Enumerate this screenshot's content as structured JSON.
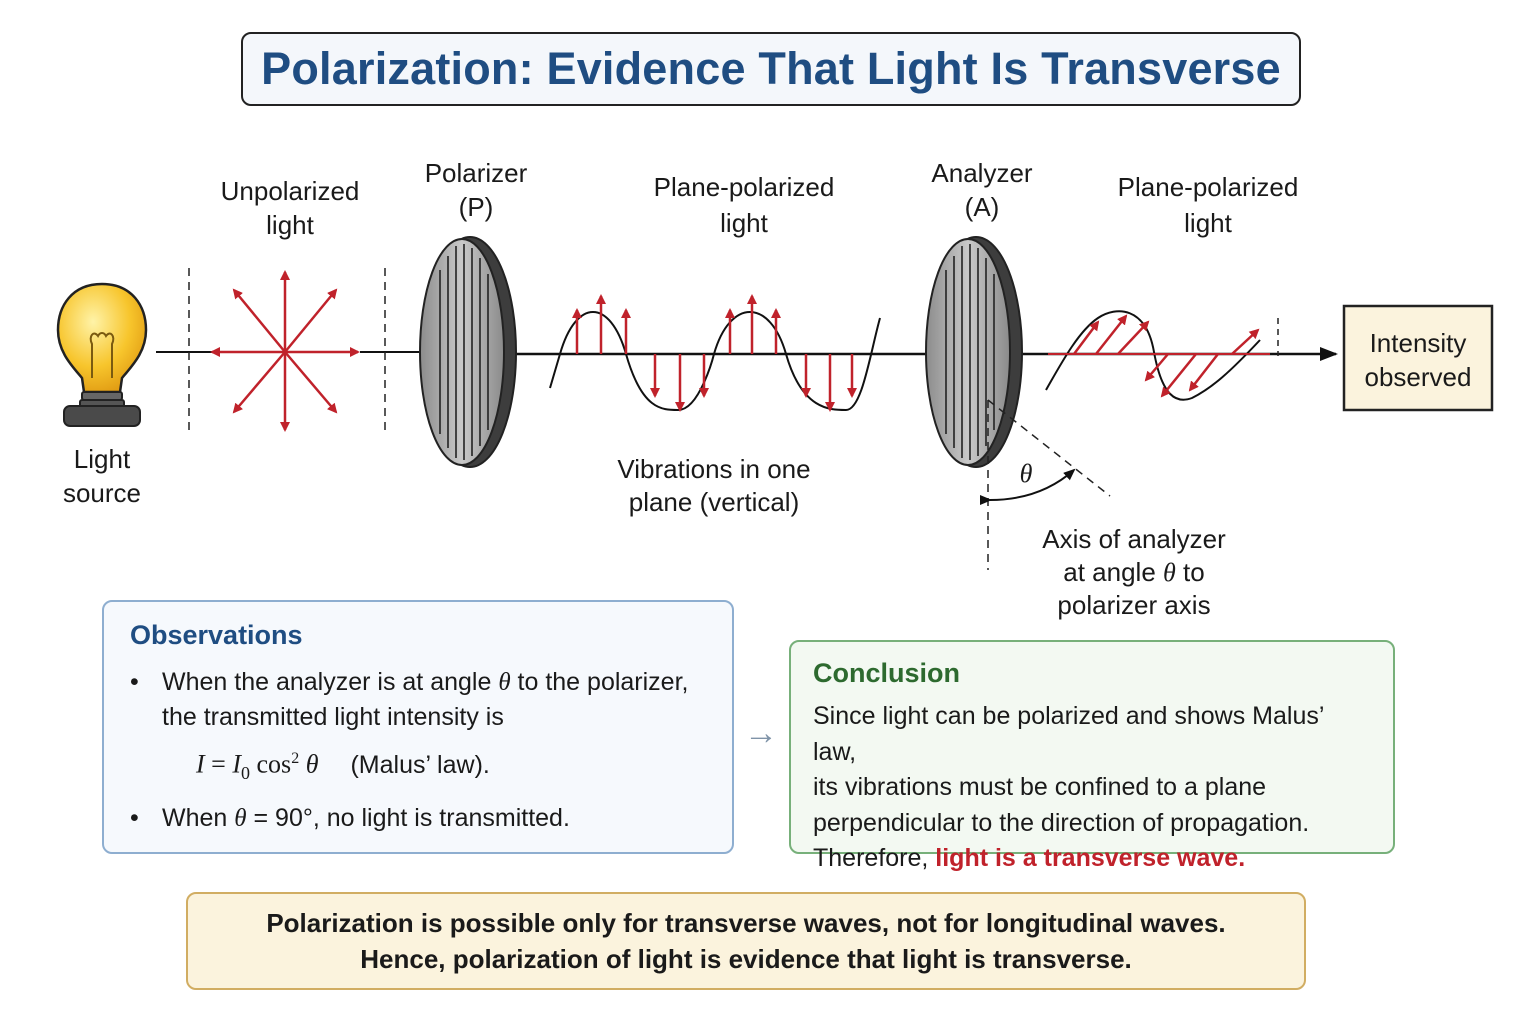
{
  "title": "Polarization: Evidence That Light Is Transverse",
  "labels": {
    "unpolarized_1": "Unpolarized",
    "unpolarized_2": "light",
    "polarizer_1": "Polarizer",
    "polarizer_2": "(P)",
    "plane1_1": "Plane-polarized",
    "plane1_2": "light",
    "analyzer_1": "Analyzer",
    "analyzer_2": "(A)",
    "plane2_1": "Plane-polarized",
    "plane2_2": "light",
    "source_1": "Light",
    "source_2": "source",
    "vib_1": "Vibrations in one",
    "vib_2": "plane (vertical)",
    "theta": "θ",
    "axis_1": "Axis of analyzer",
    "axis_2_pre": "at angle ",
    "axis_2_theta": "θ",
    "axis_2_post": " to",
    "axis_3": "polarizer axis",
    "intensity_1": "Intensity",
    "intensity_2": "observed"
  },
  "observations": {
    "heading": "Observations",
    "bullet": "•",
    "item1_pre": "When the analyzer is at angle ",
    "item1_theta": "θ",
    "item1_post": " to the polarizer,",
    "item1_line2": "the transmitted light intensity is",
    "formula_I": "I",
    "formula_eq": " = ",
    "formula_I0": "I",
    "formula_sub": "0",
    "formula_cos": " cos",
    "formula_sup": "2",
    "formula_theta": " θ",
    "malus": "(Malus’ law).",
    "item2_pre": "When ",
    "item2_theta": "θ",
    "item2_eq": " = 90°",
    "item2_post": ", no light is transmitted."
  },
  "conclusion": {
    "heading": "Conclusion",
    "line1": "Since light can be polarized and shows Malus’ law,",
    "line2": "its vibrations must be confined to a plane",
    "line3": "perpendicular to the direction of propagation.",
    "line4_pre": "Therefore, ",
    "line4_red": "light is a transverse wave."
  },
  "bottom": {
    "line1": "Polarization is possible only for transverse waves, not for longitudinal waves.",
    "line2": "Hence, polarization of light is evidence that light is transverse."
  },
  "arrow_glyph": "→",
  "colors": {
    "title_blue": "#1f4d82",
    "arrow_red": "#c0222b",
    "conclusion_green": "#2d6a2f",
    "bulb_yellow": "#f7c52c"
  }
}
